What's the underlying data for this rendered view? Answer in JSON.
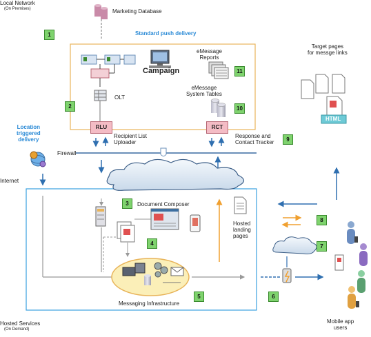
{
  "labels": {
    "local_network": "Local Network",
    "on_premises": "(On Premises)",
    "marketing_database": "Marketing Database",
    "standard_push": "Standard push delivery",
    "campaign": "Campaign",
    "olt": "OLT",
    "emessage_reports": "eMessage\nReports",
    "emessage_system_tables": "eMessage\nSystem Tables",
    "rlu": "RLU",
    "rct": "RCT",
    "recipient_list_uploader": "Recipient List\nUploader",
    "response_contact_tracker": "Response and\nContact Tracker",
    "location_triggered": "Location\ntriggered\ndelivery",
    "firewall": "Firewall",
    "internet": "Internet",
    "document_composer": "Document Composer",
    "hosted_landing_pages": "Hosted\nlanding\npages",
    "messaging_infrastructure": "Messaging Infrastructure",
    "target_pages": "Target pages\nfor messge links",
    "html": "HTML",
    "mobile_app_users": "Mobile app\nusers",
    "hosted_services": "Hosted Services",
    "on_demand": "(On Demand)"
  },
  "badges": {
    "b1": "1",
    "b2": "2",
    "b3": "3",
    "b4": "4",
    "b5": "5",
    "b6": "6",
    "b7": "7",
    "b8": "8",
    "b9": "9",
    "b10": "10",
    "b11": "11"
  },
  "colors": {
    "badge_fill": "#7fd36e",
    "premises_border": "#e8b45a",
    "hosted_border": "#3aa0e0",
    "flow_arrow": "#2f6fb0",
    "response_arrow": "#f0a030",
    "accent_text": "#2a8ad6"
  },
  "icons": [
    "database-icon",
    "workflow-icon",
    "computer-icon",
    "report-icon",
    "table-icon",
    "firewall-icon",
    "cloud-icon",
    "server-icon",
    "document-icon",
    "gear-icon",
    "envelope-icon",
    "phone-icon",
    "person-icon",
    "globe-icon"
  ]
}
